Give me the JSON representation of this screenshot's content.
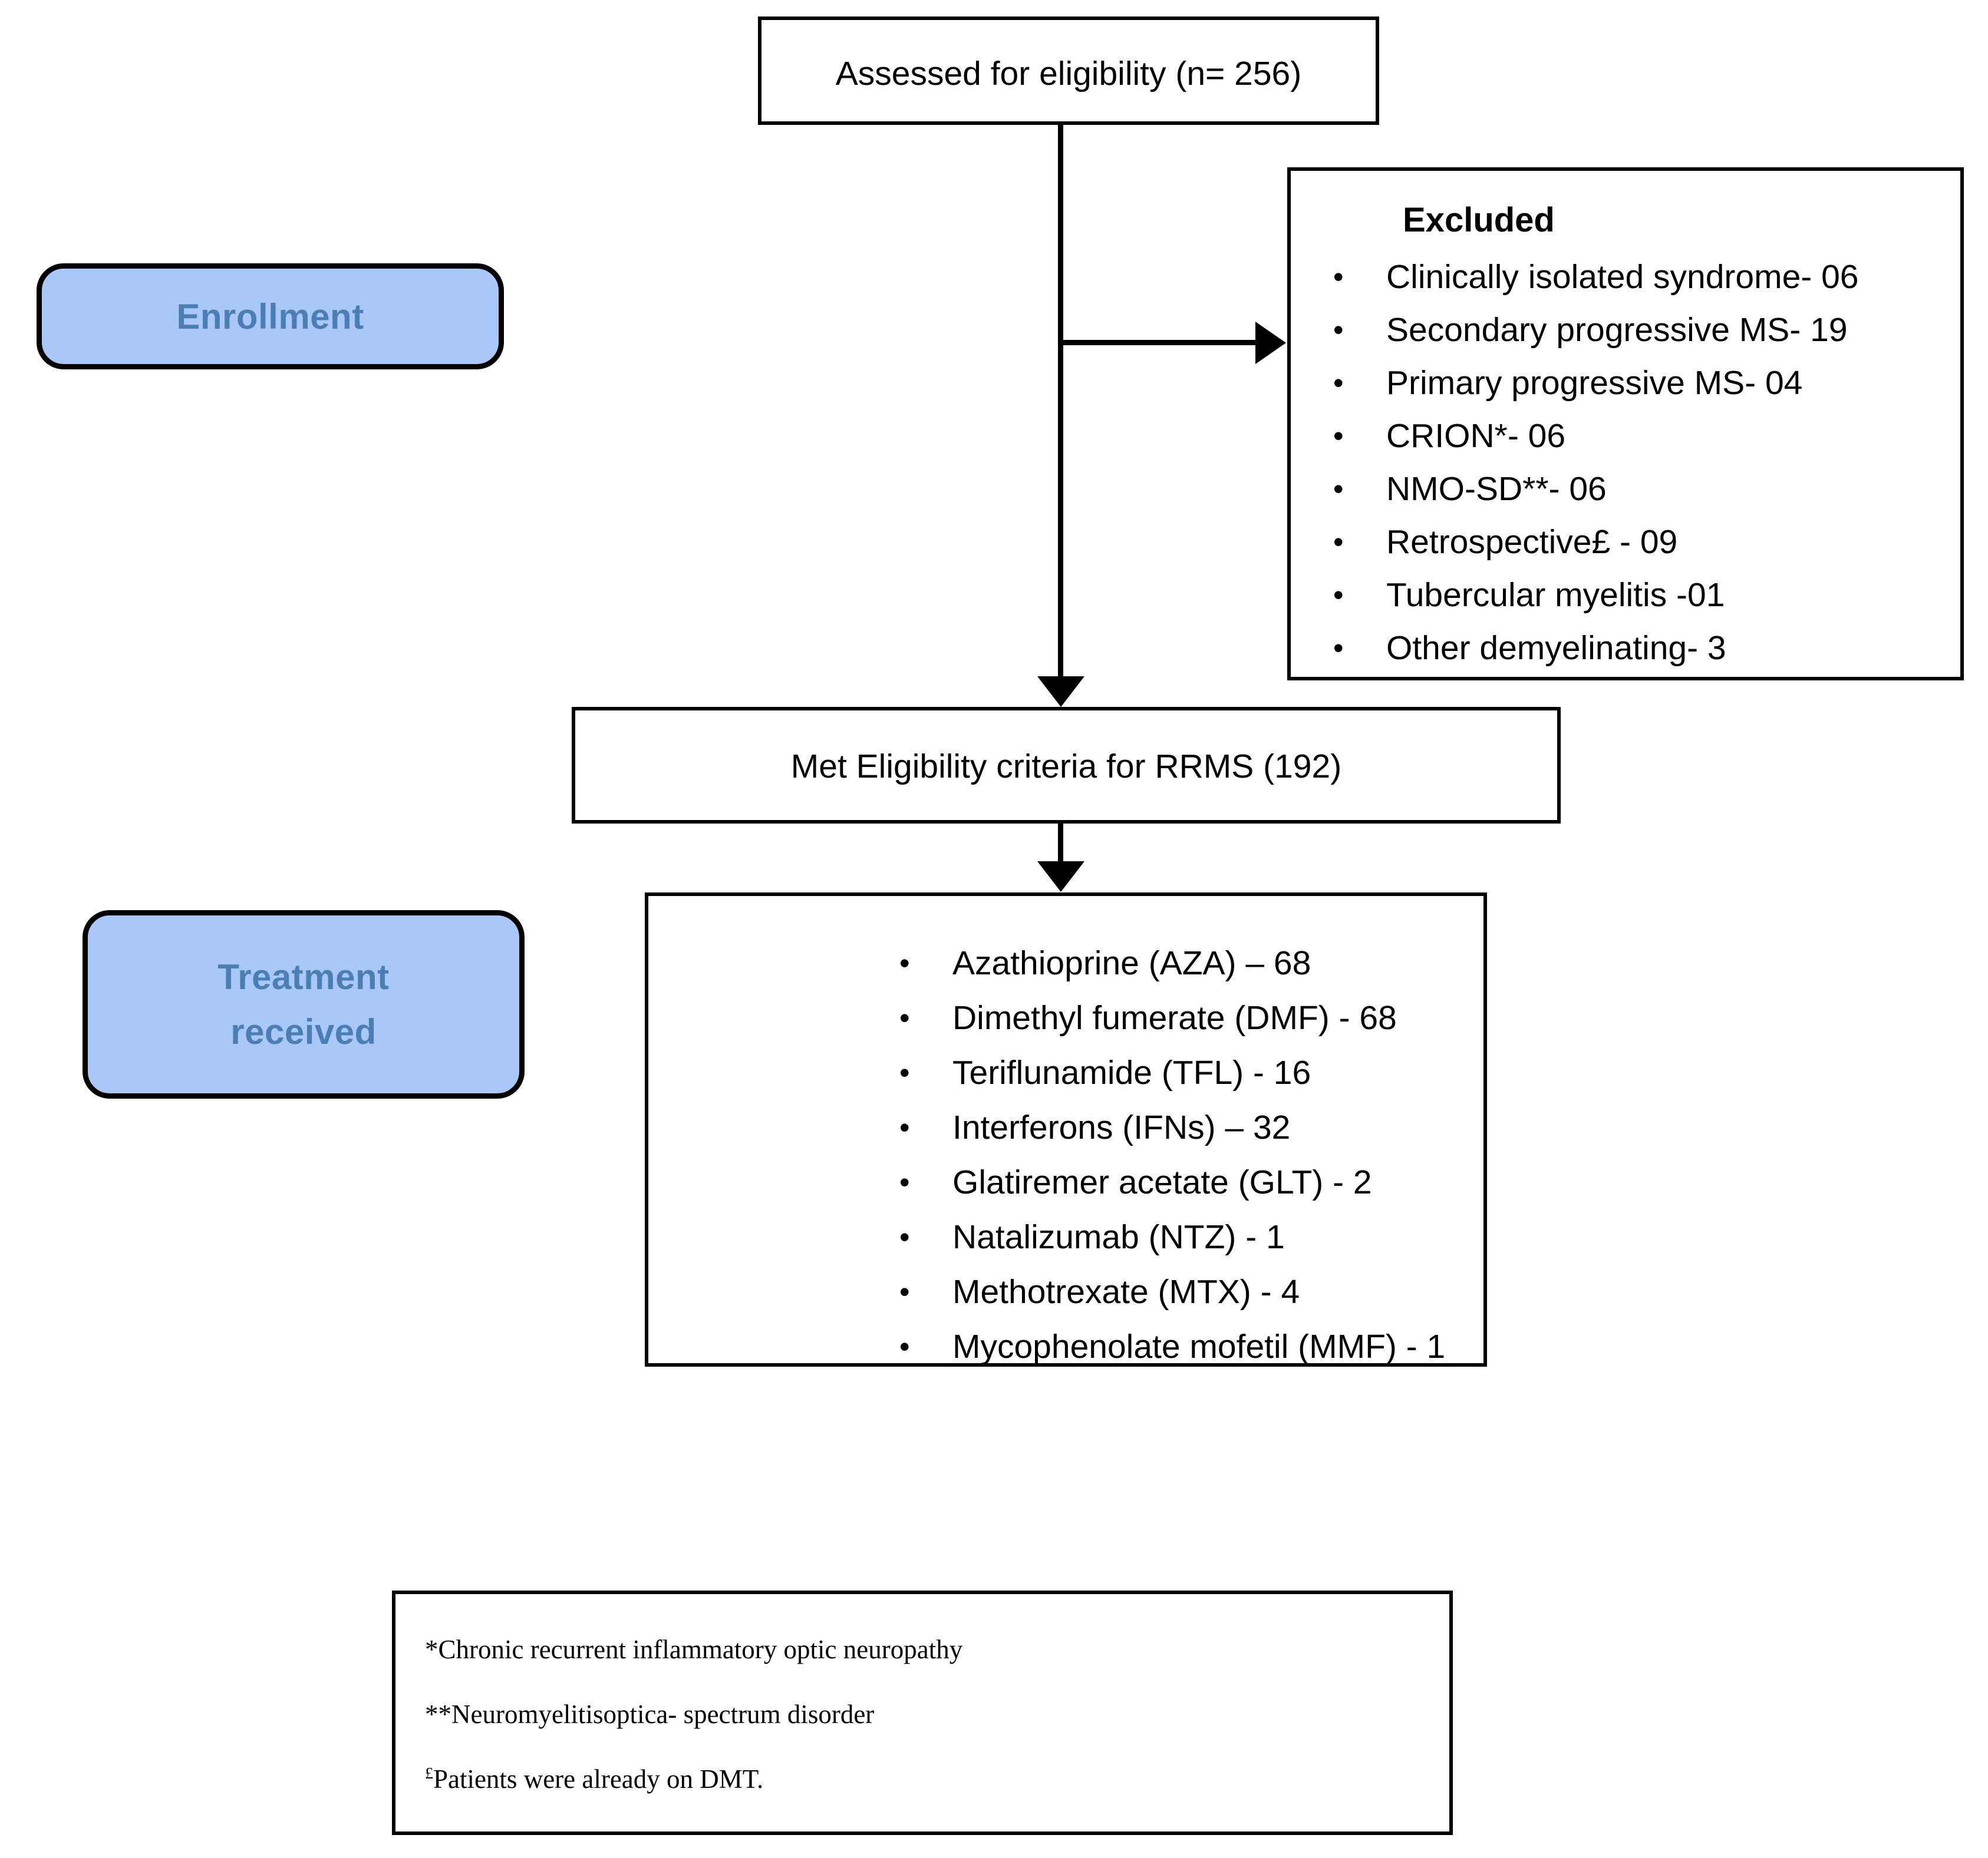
{
  "figure": {
    "type": "flowchart",
    "stages": [
      {
        "id": "enrollment",
        "label": "Enrollment"
      },
      {
        "id": "treatment-received",
        "label": "Treatment\nreceived"
      }
    ]
  },
  "nodes": {
    "assessed": {
      "text": "Assessed for eligibility (n= 256)"
    },
    "excluded": {
      "title": "Excluded",
      "items": [
        "Clinically isolated syndrome- 06",
        "Secondary progressive MS- 19",
        "Primary progressive MS- 04",
        "CRION*- 06",
        "NMO-SD**- 06",
        "Retrospective£ - 09",
        "Tubercular myelitis -01",
        "Other demyelinating- 3"
      ]
    },
    "eligible": {
      "text": "Met Eligibility criteria for RRMS (192)"
    },
    "treatments": {
      "items": [
        "Azathioprine (AZA) – 68",
        "Dimethyl fumerate (DMF) - 68",
        "Teriflunamide (TFL) - 16",
        "Interferons (IFNs) – 32",
        "Glatiremer acetate (GLT) - 2",
        "Natalizumab (NTZ) - 1",
        "Methotrexate (MTX) - 4",
        "Mycophenolate mofetil (MMF) - 1"
      ]
    }
  },
  "stage_labels": {
    "enrollment": "Enrollment",
    "treatment_line1": "Treatment",
    "treatment_line2": "received"
  },
  "footnotes": {
    "line1_marker": "*",
    "line1_text": "Chronic recurrent inflammatory optic neuropathy",
    "line2_marker": "**",
    "line2_text": "Neuromyelitisoptica- spectrum disorder",
    "line3_marker": "£",
    "line3_text": "Patients were already on DMT."
  },
  "colors": {
    "stage_fill": "#aac8f7",
    "stage_text": "#4a7fb5",
    "border": "#000000",
    "body_text": "#000000",
    "background": "#ffffff"
  }
}
